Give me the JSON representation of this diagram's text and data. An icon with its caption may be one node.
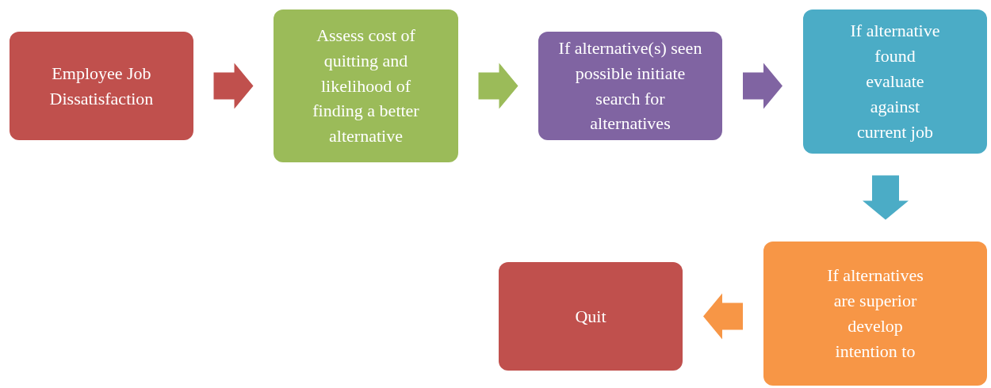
{
  "diagram": {
    "nodes": [
      {
        "text": [
          "Employee Job Dissatisfaction"
        ]
      },
      {
        "text": [
          "Assess cost of quitting and likelihood of finding a better alternative"
        ]
      },
      {
        "text": [
          "If alternative(s) seen possible initiate search for alternatives"
        ]
      },
      {
        "text": [
          "If alternative found evaluate against current job"
        ]
      },
      {
        "text": [
          "If alternatives are superior develop intention to"
        ]
      },
      {
        "text": [
          "Quit"
        ]
      }
    ],
    "edges": [
      {
        "from": 0,
        "to": 1,
        "arrow": "to",
        "color": "#c0504d"
      },
      {
        "from": 1,
        "to": 2,
        "arrow": "to",
        "color": "#9bbb59"
      },
      {
        "from": 2,
        "to": 3,
        "arrow": "to",
        "color": "#8064a2"
      },
      {
        "from": 3,
        "to": 4,
        "arrow": "to",
        "color": "#4bacc6"
      },
      {
        "from": 4,
        "to": 5,
        "arrow": "to",
        "color": "#f79646"
      }
    ]
  }
}
